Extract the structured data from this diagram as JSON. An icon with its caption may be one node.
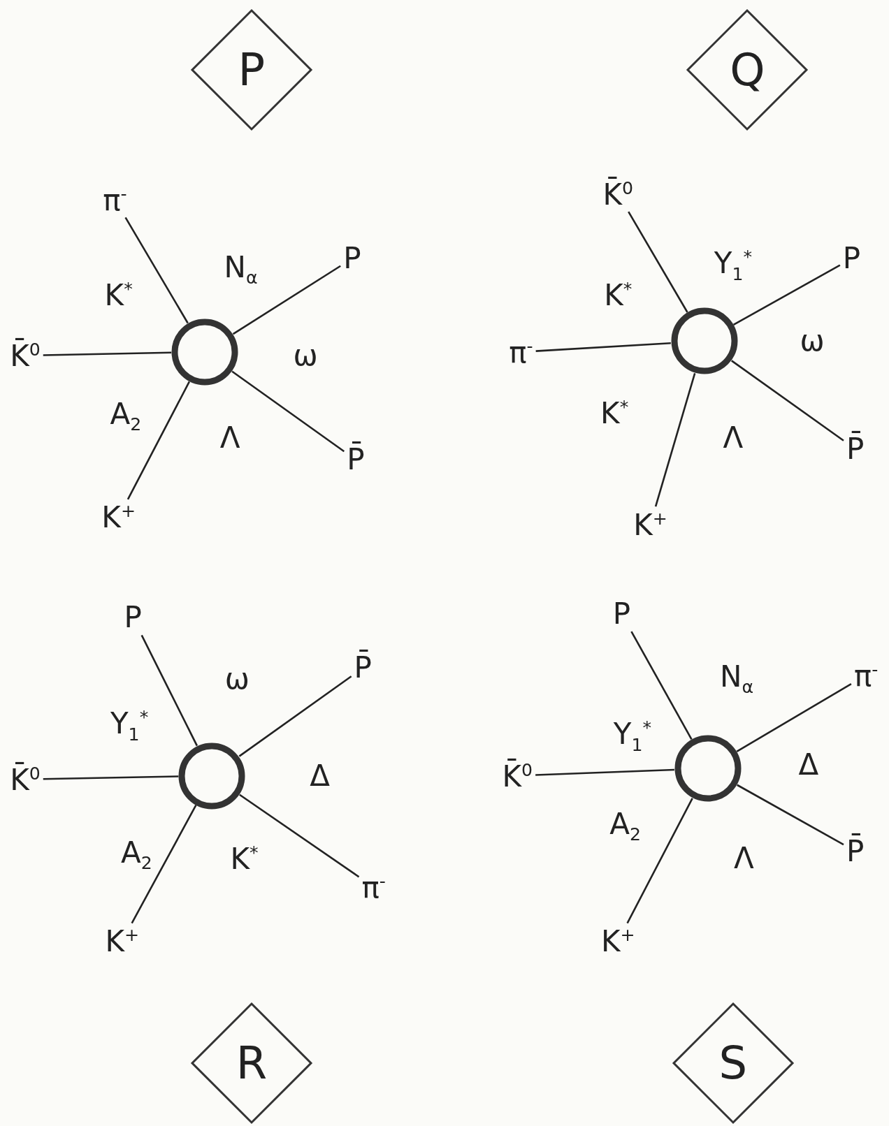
{
  "diagram": {
    "nodes": [
      {
        "text": [
          "P"
        ]
      },
      {
        "text": [
          "Q"
        ]
      },
      {
        "text": [],
        "shape": "circle"
      },
      {
        "text": [
          "π$^{-}$"
        ]
      },
      {
        "text": [
          "P"
        ]
      },
      {
        "text": [
          "K̄$^{0}$"
        ]
      },
      {
        "text": [
          "P̄"
        ]
      },
      {
        "text": [
          "K$^{+}$"
        ]
      },
      {
        "text": [],
        "shape": "circle"
      },
      {
        "text": [
          "K̄$^{0}$"
        ]
      },
      {
        "text": [
          "P"
        ]
      },
      {
        "text": [
          "π$^{-}$"
        ]
      },
      {
        "text": [
          "P̄"
        ]
      },
      {
        "text": [
          "K$^{+}$"
        ]
      },
      {
        "text": [],
        "shape": "circle"
      },
      {
        "text": [
          "P"
        ]
      },
      {
        "text": [
          "P̄"
        ]
      },
      {
        "text": [
          "K̄$^{0}$"
        ]
      },
      {
        "text": [
          "π$^{-}$"
        ]
      },
      {
        "text": [
          "K$^{+}$"
        ]
      },
      {
        "text": [],
        "shape": "circle"
      },
      {
        "text": [
          "P"
        ]
      },
      {
        "text": [
          "π$^{-}$"
        ]
      },
      {
        "text": [
          "K̄$^{0}$"
        ]
      },
      {
        "text": [
          "P̄"
        ]
      },
      {
        "text": [
          "K$^{+}$"
        ]
      },
      {
        "text": [
          "R"
        ]
      },
      {
        "text": [
          "S"
        ]
      }
    ],
    "edges": [
      {
        "from": 2,
        "to": 3,
        "arrow": "none"
      },
      {
        "from": 2,
        "to": 4,
        "arrow": "none"
      },
      {
        "from": 2,
        "to": 5,
        "arrow": "none"
      },
      {
        "from": 2,
        "to": 6,
        "arrow": "none"
      },
      {
        "from": 2,
        "to": 7,
        "arrow": "none"
      },
      {
        "from": 8,
        "to": 9,
        "arrow": "none"
      },
      {
        "from": 8,
        "to": 10,
        "arrow": "none"
      },
      {
        "from": 8,
        "to": 11,
        "arrow": "none"
      },
      {
        "from": 8,
        "to": 12,
        "arrow": "none"
      },
      {
        "from": 8,
        "to": 13,
        "arrow": "none"
      },
      {
        "from": 14,
        "to": 15,
        "arrow": "none"
      },
      {
        "from": 14,
        "to": 16,
        "arrow": "none"
      },
      {
        "from": 14,
        "to": 17,
        "arrow": "none"
      },
      {
        "from": 14,
        "to": 18,
        "arrow": "none"
      },
      {
        "from": 14,
        "to": 19,
        "arrow": "none"
      },
      {
        "from": 20,
        "to": 21,
        "arrow": "none"
      },
      {
        "from": 20,
        "to": 22,
        "arrow": "none"
      },
      {
        "from": 20,
        "to": 23,
        "arrow": "none"
      },
      {
        "from": 20,
        "to": 24,
        "arrow": "none"
      },
      {
        "from": 20,
        "to": 25,
        "arrow": "none"
      }
    ],
    "labels": [
      "N$_{α}$",
      "K$^{*}$",
      "ω",
      "A$_{2}$",
      "Λ",
      "Y$_{1}$$^{*}$",
      "K$^{*}$",
      "ω",
      "K$^{*}$",
      "Λ",
      "ω",
      "Y$_{1}$$^{*}$",
      "Δ",
      "A$_{2}$",
      "K$^{*}$",
      "N$_{α}$",
      "Y$_{1}$$^{*}$",
      "Δ",
      "A$_{2}$",
      "Λ"
    ]
  }
}
